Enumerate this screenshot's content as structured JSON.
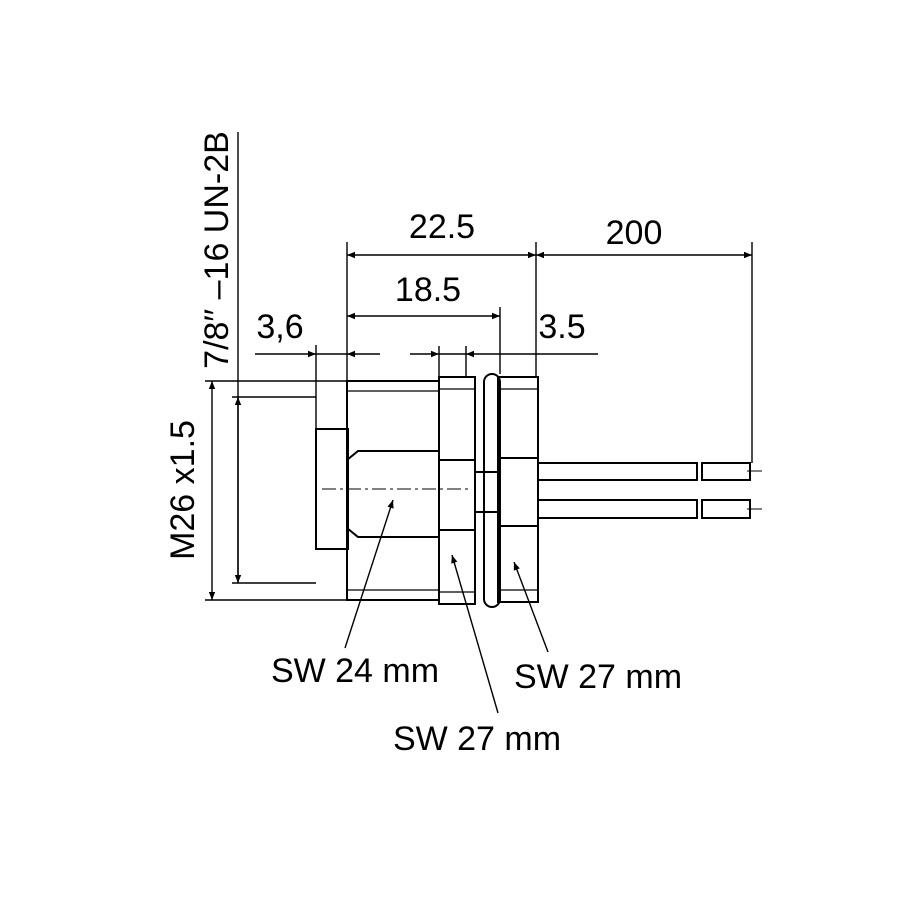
{
  "dimensions": {
    "overall_length": "22.5",
    "cable_length": "200",
    "body_length": "18.5",
    "front_offset": "3,6",
    "nut_width": "3.5",
    "front_thread": "7/8′′ –16 UN-2B",
    "rear_thread": "M26 x1.5"
  },
  "labels": {
    "wrench_front": "SW 24 mm",
    "wrench_middle": "SW 27 mm",
    "wrench_rear": "SW 27 mm"
  }
}
